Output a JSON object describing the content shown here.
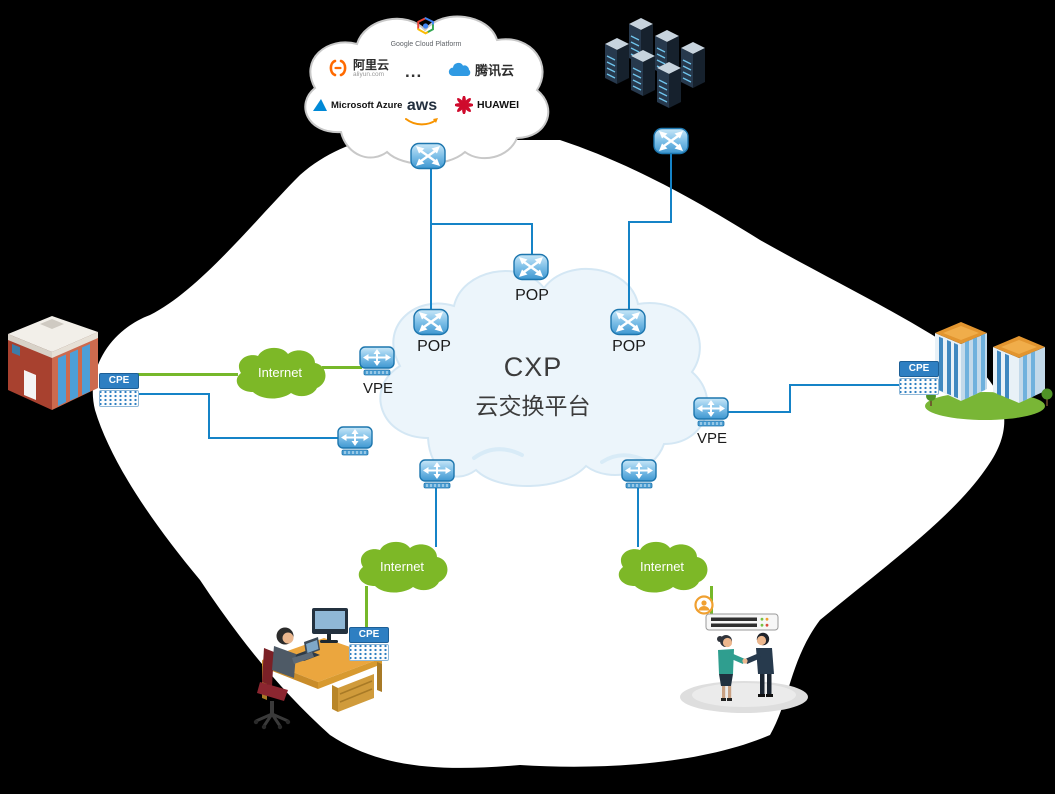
{
  "provider_cloud": {
    "google_label": "Google Cloud Platform",
    "alibaba_label": "阿里云",
    "alibaba_sub": "aliyun.com",
    "ellipsis": "...",
    "tencent_label": "腾讯云",
    "azure_label": "Microsoft Azure",
    "aws_label": "aws",
    "huawei_label": "HUAWEI"
  },
  "cxp": {
    "title": "CXP",
    "subtitle": "云交换平台"
  },
  "pop": [
    "POP",
    "POP",
    "POP"
  ],
  "vpe": [
    "VPE",
    "VPE"
  ],
  "cpe": [
    "CPE",
    "CPE",
    "CPE"
  ],
  "internet": [
    "Internet",
    "Internet",
    "Internet"
  ],
  "colors": {
    "link_blue": "#1583c7",
    "link_green": "#76b82a",
    "node_blue": "#57a8d8",
    "internet_green": "#7db827",
    "cxp_cloud_fill": "#ecf5fb"
  }
}
